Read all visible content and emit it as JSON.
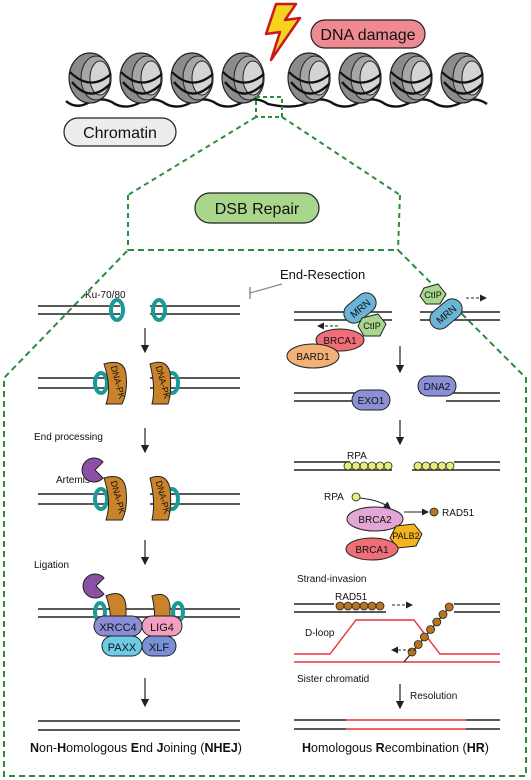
{
  "header": {
    "damage_label": "DNA damage",
    "chromatin_label": "Chromatin",
    "dsb_label": "DSB Repair"
  },
  "colors": {
    "damage_fill": "#f08a92",
    "dsb_fill": "#a9d68a",
    "chromatin_fill": "#ededed",
    "dashed_border": "#2e8b3e",
    "ku_ring": "#1a9a96",
    "dnapk": "#c9832a",
    "artemis": "#8b4fa3",
    "xrcc4": "#8b8ed6",
    "lig4": "#f3a0c0",
    "paxx": "#6ecbe6",
    "xlf": "#7b8fd6",
    "mrn": "#6bb4d6",
    "ctip": "#a8d68c",
    "brca1": "#ef6f78",
    "bard1": "#f3b077",
    "exo1": "#8b8fd6",
    "dna2": "#8b8fd6",
    "rpa": "#e6ef7a",
    "rad51": "#b8741f",
    "brca2": "#e3a6d6",
    "palb2": "#f4b41e",
    "sister_chromatid": "#e8323a"
  },
  "nhej": {
    "ku_label": "Ku-70/80",
    "dnapk_label": "DNA-PK",
    "end_processing": "End processing",
    "artemis_label": "Artemis",
    "ligation": "Ligation",
    "xrcc4": "XRCC4",
    "lig4": "LIG4",
    "paxx": "PAXX",
    "xlf": "XLF",
    "title_parts": [
      {
        "t": "N",
        "b": true
      },
      {
        "t": "on-",
        "b": false
      },
      {
        "t": "H",
        "b": true
      },
      {
        "t": "omologous ",
        "b": false
      },
      {
        "t": "E",
        "b": true
      },
      {
        "t": "nd ",
        "b": false
      },
      {
        "t": "J",
        "b": true
      },
      {
        "t": "oining (",
        "b": false
      },
      {
        "t": "NHEJ",
        "b": true
      },
      {
        "t": ")",
        "b": false
      }
    ]
  },
  "hr": {
    "end_resection": "End-Resection",
    "mrn": "MRN",
    "ctip": "CtIP",
    "brca1": "BRCA1",
    "bard1": "BARD1",
    "exo1": "EXO1",
    "dna2": "DNA2",
    "rpa": "RPA",
    "brca2": "BRCA2",
    "palb2": "PALB2",
    "rad51": "RAD51",
    "strand_invasion": "Strand-invasion",
    "dloop": "D-loop",
    "sister_chromatid": "Sister chromatid",
    "resolution": "Resolution",
    "title_parts": [
      {
        "t": "H",
        "b": true
      },
      {
        "t": "omologous ",
        "b": false
      },
      {
        "t": "R",
        "b": true
      },
      {
        "t": "ecombination (",
        "b": false
      },
      {
        "t": "HR",
        "b": true
      },
      {
        "t": ")",
        "b": false
      }
    ]
  }
}
